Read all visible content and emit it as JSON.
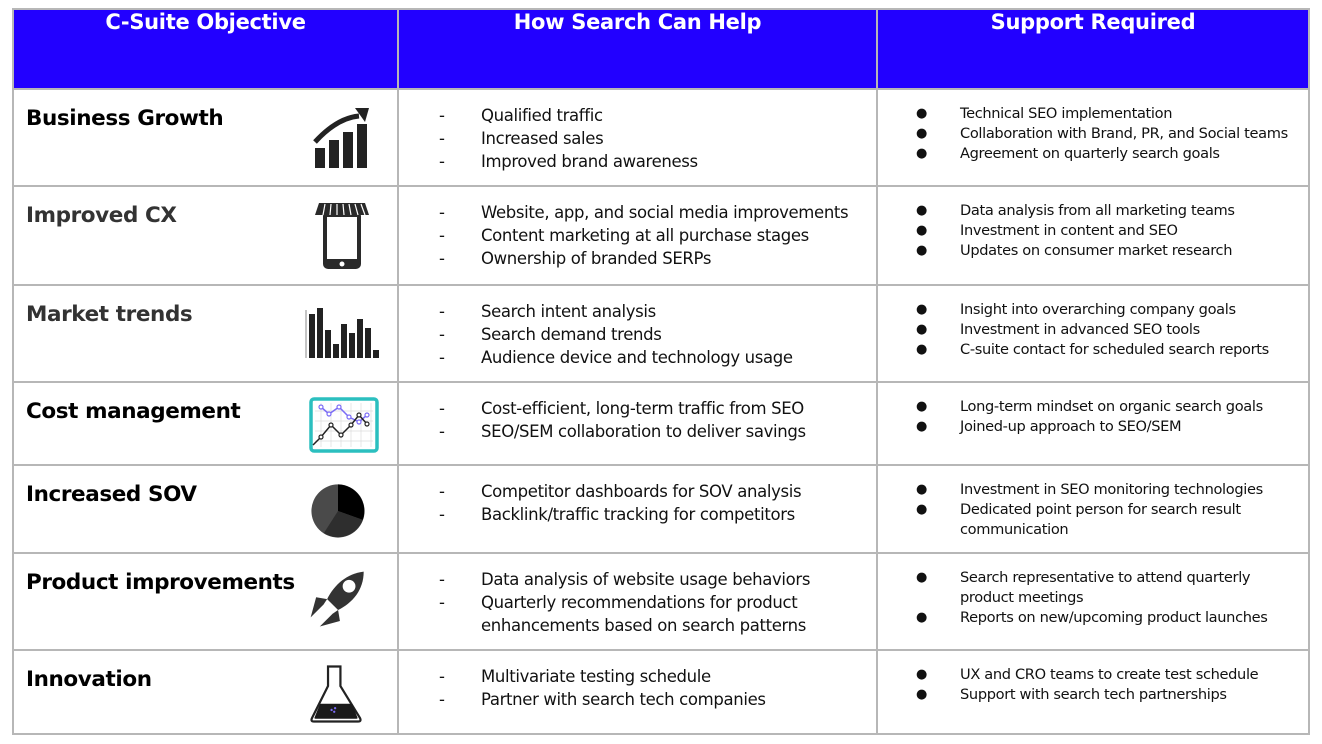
{
  "header": {
    "col1": "C-Suite Objective",
    "col2": "How Search Can Help",
    "col3": "Support Required"
  },
  "colors": {
    "header_bg": "#2200ff",
    "header_text": "#ffffff",
    "border": "#b7b7b7",
    "accent_teal": "#2bbfbf",
    "accent_purple": "#7b6cf6"
  },
  "markers": {
    "help": "-",
    "support": "●"
  },
  "rows": [
    {
      "objective": "Business Growth",
      "icon": "growth-chart-icon",
      "help": [
        "Qualified traffic",
        "Increased sales",
        "Improved brand awareness"
      ],
      "support": [
        "Technical SEO implementation",
        "Collaboration with Brand, PR, and Social teams",
        "Agreement on quarterly search goals"
      ]
    },
    {
      "objective": "Improved CX",
      "icon": "mobile-store-icon",
      "help": [
        "Website, app, and social media improvements",
        "Content marketing at all purchase stages",
        "Ownership of branded SERPs"
      ],
      "support": [
        "Data analysis from all marketing teams",
        "Investment in content and SEO",
        "Updates on consumer market research"
      ]
    },
    {
      "objective": "Market trends",
      "icon": "bar-chart-icon",
      "help": [
        "Search intent analysis",
        "Search demand trends",
        "Audience device and technology usage"
      ],
      "support": [
        "Insight into overarching company goals",
        "Investment in advanced SEO tools",
        "C-suite contact for scheduled search reports"
      ]
    },
    {
      "objective": "Cost management",
      "icon": "line-graph-icon",
      "help": [
        "Cost-efficient, long-term traffic from SEO",
        "SEO/SEM collaboration to deliver savings"
      ],
      "support": [
        "Long-term mindset on organic search goals",
        "Joined-up approach to SEO/SEM"
      ]
    },
    {
      "objective": "Increased SOV",
      "icon": "pie-chart-icon",
      "help": [
        "Competitor dashboards for SOV analysis",
        "Backlink/traffic tracking for competitors"
      ],
      "support": [
        "Investment in SEO monitoring technologies",
        "Dedicated point person for search result communication"
      ]
    },
    {
      "objective": "Product improvements",
      "icon": "rocket-icon",
      "help": [
        "Data analysis of website usage behaviors",
        "Quarterly recommendations for product enhancements based on search patterns"
      ],
      "support": [
        "Search representative to attend quarterly product meetings",
        "Reports on new/upcoming product launches"
      ]
    },
    {
      "objective": "Innovation",
      "icon": "flask-icon",
      "help": [
        "Multivariate testing schedule",
        "Partner with search tech companies"
      ],
      "support": [
        "UX and CRO teams to create test schedule",
        "Support with search tech partnerships"
      ]
    }
  ]
}
